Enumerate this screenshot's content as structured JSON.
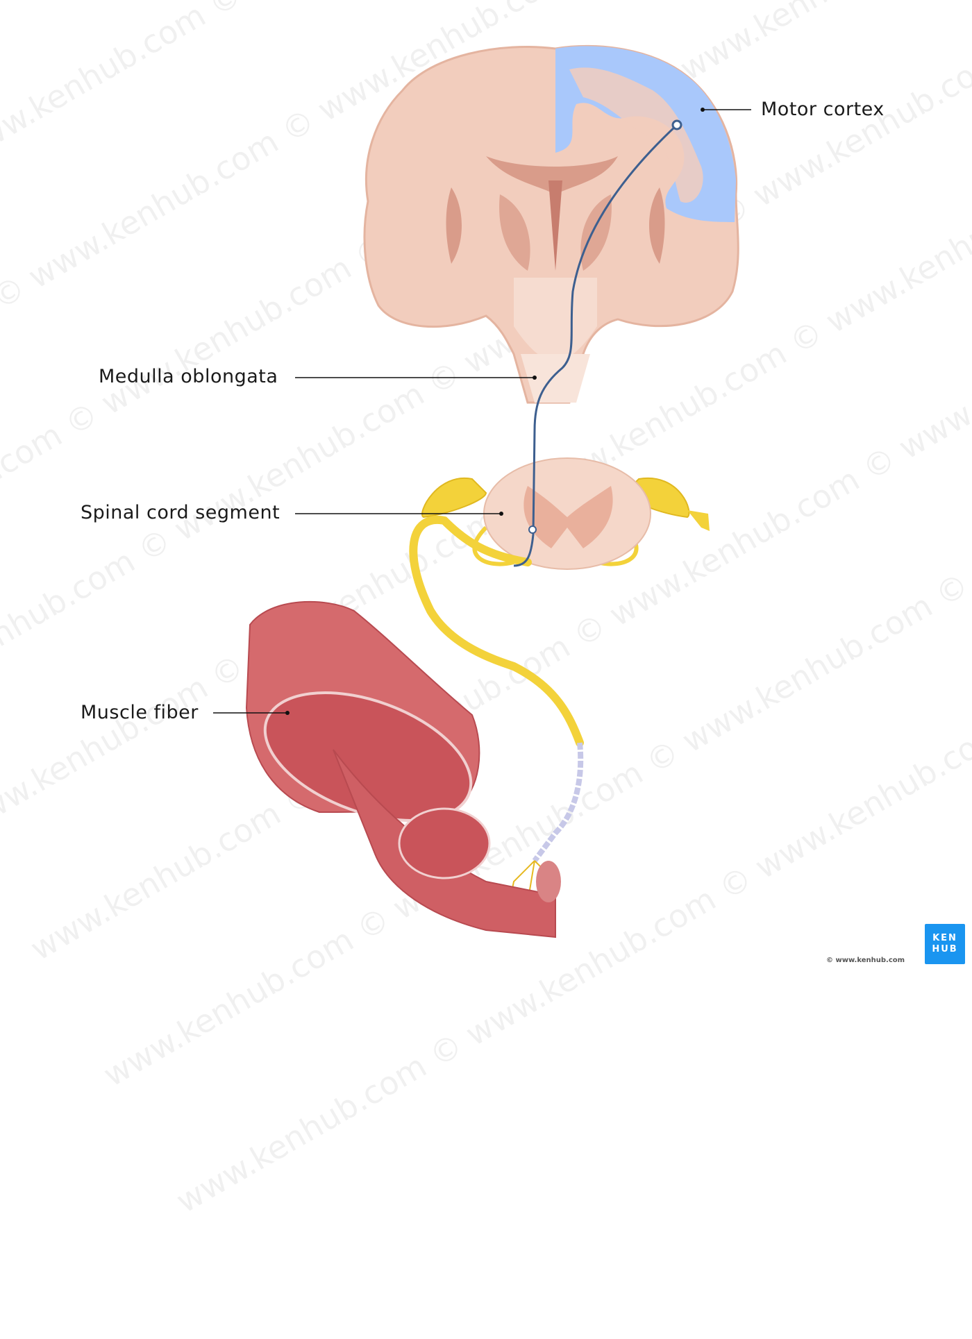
{
  "labels": {
    "motor_cortex": "Motor cortex",
    "medulla": "Medulla oblongata",
    "spinal_cord": "Spinal cord segment",
    "muscle_fiber": "Muscle fiber"
  },
  "watermark": "www.kenhub.com ©",
  "logo": {
    "line1": "KEN",
    "line2": "HUB"
  },
  "copyright": "© www.kenhub.com",
  "colors": {
    "brain": "#f2cdbd",
    "motor_cortex": "#a9c8fb",
    "pathway": "#3d5f8f",
    "nerve": "#f3d23a",
    "muscle": "#c9545a",
    "logo": "#1a95f0"
  }
}
